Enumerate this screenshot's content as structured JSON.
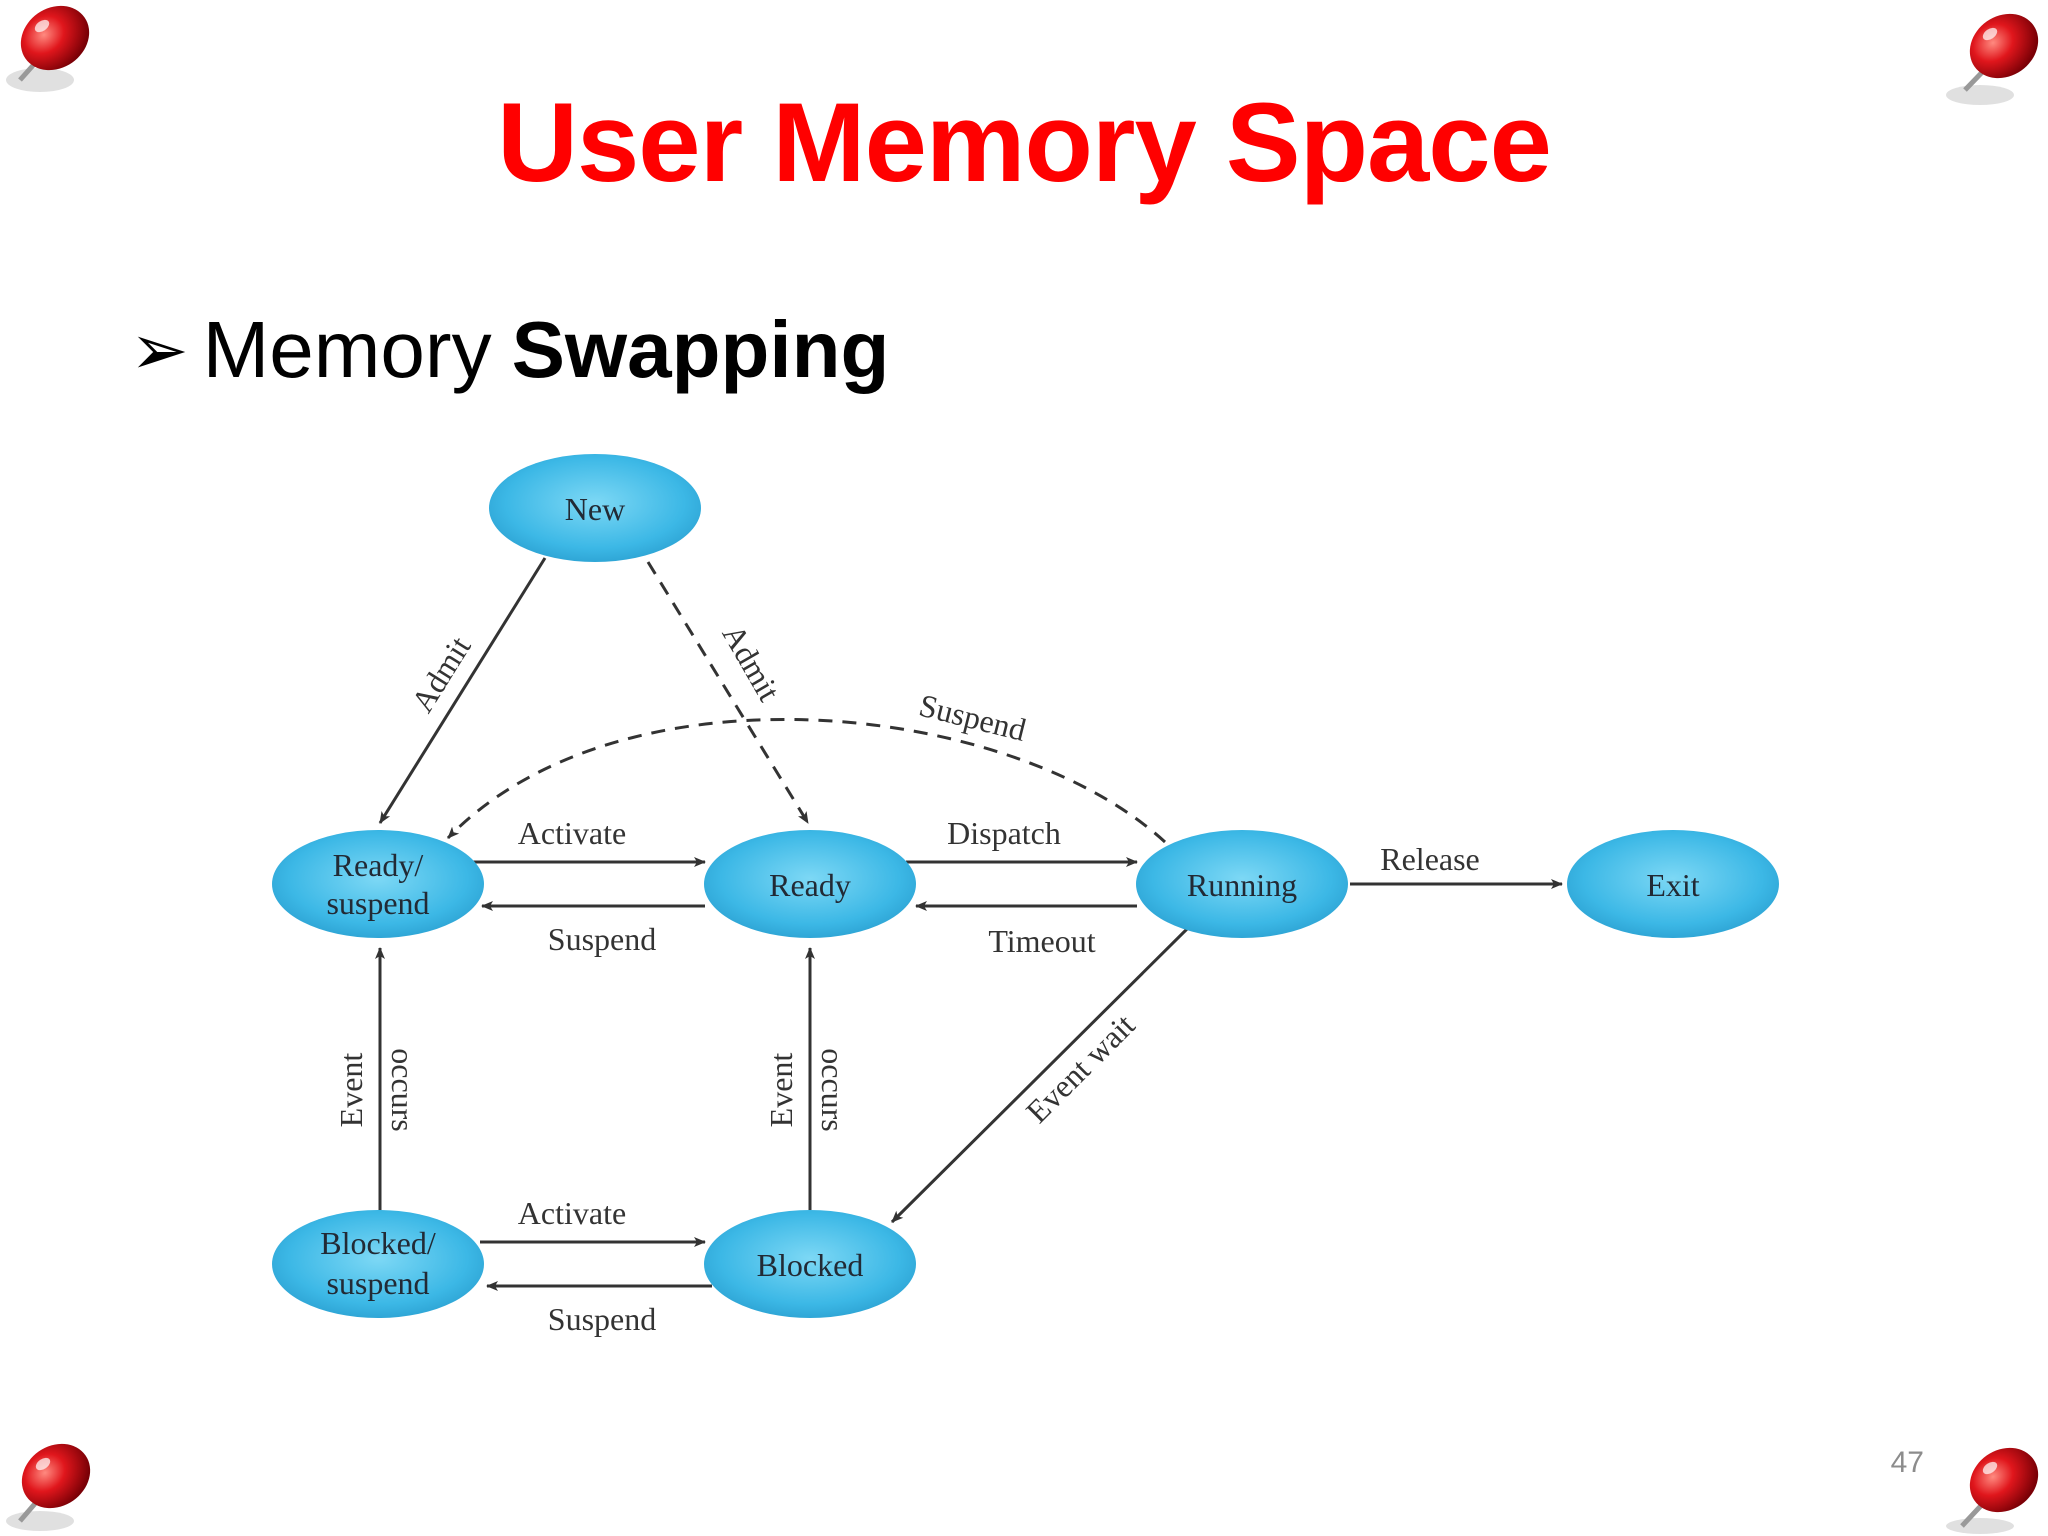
{
  "slide": {
    "title": "User Memory Space",
    "bullet": {
      "marker": "➢",
      "text_regular": "Memory",
      "text_bold": "Swapping"
    },
    "page_number": "47"
  },
  "colors": {
    "title": "#ff0000",
    "node_fill": "#3cb8e6",
    "pin": "#d9141b"
  },
  "decorations": [
    "pushpin-icon",
    "pushpin-icon",
    "pushpin-icon",
    "pushpin-icon"
  ],
  "diagram": {
    "nodes": {
      "new": {
        "lines": [
          "New"
        ]
      },
      "ready_suspend": {
        "lines": [
          "Ready/",
          "suspend"
        ]
      },
      "ready": {
        "lines": [
          "Ready"
        ]
      },
      "running": {
        "lines": [
          "Running"
        ]
      },
      "exit": {
        "lines": [
          "Exit"
        ]
      },
      "blocked_suspend": {
        "lines": [
          "Blocked/",
          "suspend"
        ]
      },
      "blocked": {
        "lines": [
          "Blocked"
        ]
      }
    },
    "edges": {
      "admit_to_ready_suspend": {
        "from": "New",
        "to": "Ready/suspend",
        "label": "Admit",
        "style": "solid"
      },
      "admit_to_ready": {
        "from": "New",
        "to": "Ready",
        "label": "Admit",
        "style": "dashed"
      },
      "suspend_running": {
        "from": "Running",
        "to": "Ready/suspend",
        "label": "Suspend",
        "style": "dashed"
      },
      "activate_top": {
        "from": "Ready/suspend",
        "to": "Ready",
        "label": "Activate",
        "style": "solid"
      },
      "suspend_top": {
        "from": "Ready",
        "to": "Ready/suspend",
        "label": "Suspend",
        "style": "solid"
      },
      "dispatch": {
        "from": "Ready",
        "to": "Running",
        "label": "Dispatch",
        "style": "solid"
      },
      "timeout": {
        "from": "Running",
        "to": "Ready",
        "label": "Timeout",
        "style": "solid"
      },
      "release": {
        "from": "Running",
        "to": "Exit",
        "label": "Release",
        "style": "solid"
      },
      "event_wait": {
        "from": "Running",
        "to": "Blocked",
        "label": "Event wait",
        "style": "solid"
      },
      "event_occurs_left": {
        "from": "Blocked/suspend",
        "to": "Ready/suspend",
        "label_lines": [
          "Event",
          "occurs"
        ],
        "style": "solid"
      },
      "event_occurs_right": {
        "from": "Blocked",
        "to": "Ready",
        "label_lines": [
          "Event",
          "occurs"
        ],
        "style": "solid"
      },
      "activate_bottom": {
        "from": "Blocked/suspend",
        "to": "Blocked",
        "label": "Activate",
        "style": "solid"
      },
      "suspend_bottom": {
        "from": "Blocked",
        "to": "Blocked/suspend",
        "label": "Suspend",
        "style": "solid"
      }
    }
  }
}
